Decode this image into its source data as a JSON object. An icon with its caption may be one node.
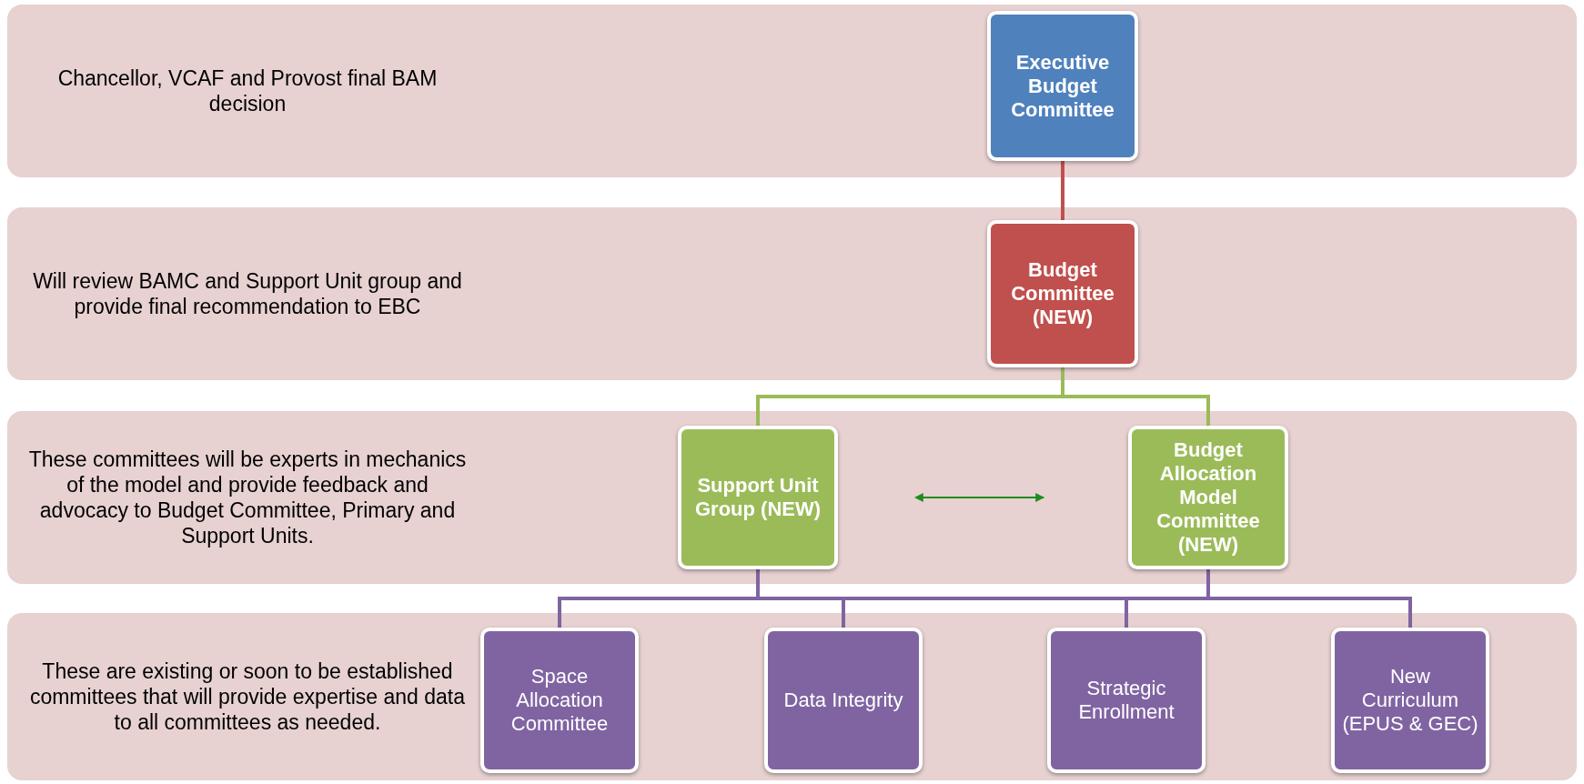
{
  "diagram": {
    "nodes": [
      {
        "text": [
          "Chancellor, VCAF and Provost final BAM decision"
        ]
      },
      {
        "text": [
          "Executive Budget Committee"
        ],
        "in": 0
      },
      {
        "text": [
          "Will review BAMC and Support Unit group and provide final recommendation to EBC"
        ]
      },
      {
        "text": [
          "Budget Committee (NEW)"
        ],
        "in": 2
      },
      {
        "text": [
          "These committees will be experts in mechanics of the model and provide feedback and advocacy to Budget Committee, Primary and Support Units."
        ]
      },
      {
        "text": [
          "Support Unit Group (NEW)"
        ],
        "in": 4
      },
      {
        "text": [
          "Budget Allocation Model Committee (NEW)"
        ],
        "in": 4
      },
      {
        "text": [
          "These are existing or soon to be established committees that will provide expertise and data to all committees as needed."
        ]
      },
      {
        "text": [
          "Space Allocation Committee"
        ],
        "in": 7
      },
      {
        "text": [
          "Data Integrity"
        ],
        "in": 7
      },
      {
        "text": [
          "Strategic Enrollment"
        ],
        "in": 7
      },
      {
        "text": [
          "New Curriculum (EPUS & GEC)"
        ],
        "in": 7
      }
    ],
    "edges": [
      {
        "from": 1,
        "to": 3,
        "arrow": "none",
        "color": "#c0504d"
      },
      {
        "from": 3,
        "to": 5,
        "arrow": "none",
        "color": "#9bbb59"
      },
      {
        "from": 3,
        "to": 6,
        "arrow": "none",
        "color": "#9bbb59"
      },
      {
        "from": 5,
        "to": 6,
        "arrow": "both",
        "color": "#1e8c1e"
      },
      {
        "from": 5,
        "to": 8,
        "arrow": "none",
        "color": "#8064a2"
      },
      {
        "from": 5,
        "to": 9,
        "arrow": "none",
        "color": "#8064a2"
      },
      {
        "from": 5,
        "to": 10,
        "arrow": "none",
        "color": "#8064a2"
      },
      {
        "from": 5,
        "to": 11,
        "arrow": "none",
        "color": "#8064a2"
      },
      {
        "from": 6,
        "to": 8,
        "arrow": "none",
        "color": "#8064a2"
      },
      {
        "from": 6,
        "to": 9,
        "arrow": "none",
        "color": "#8064a2"
      },
      {
        "from": 6,
        "to": 10,
        "arrow": "none",
        "color": "#8064a2"
      },
      {
        "from": 6,
        "to": 11,
        "arrow": "none",
        "color": "#8064a2"
      }
    ]
  }
}
